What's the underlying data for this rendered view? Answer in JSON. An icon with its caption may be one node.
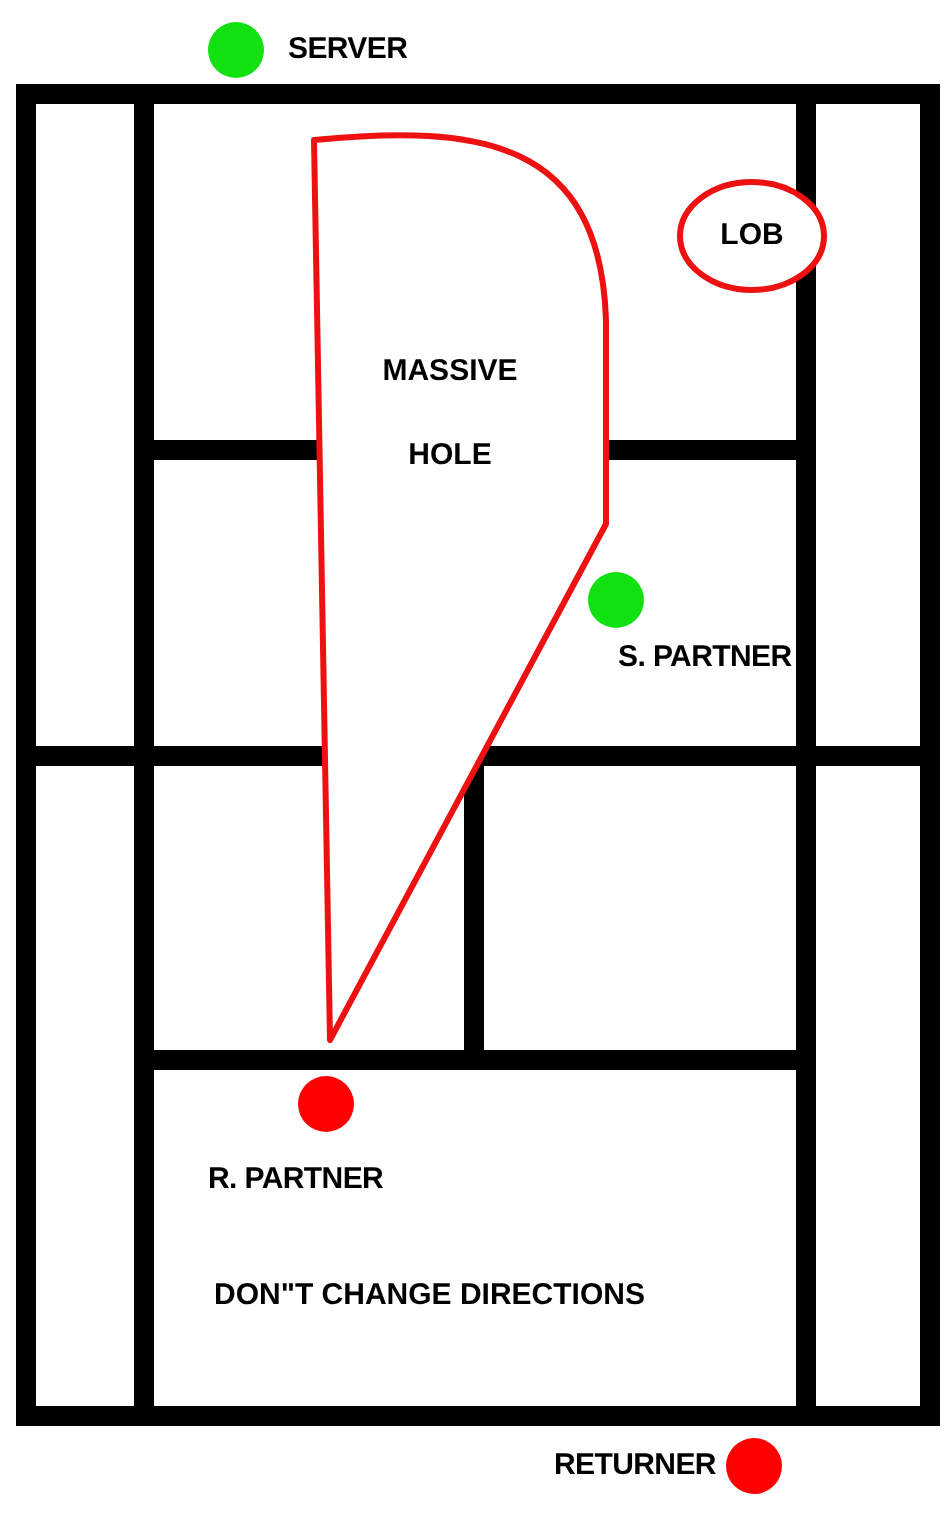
{
  "diagram": {
    "nodes": [
      {
        "text": [],
        "shape": "circle",
        "beside": [
          "SERVER"
        ]
      },
      {
        "text": [
          "LOB"
        ]
      },
      {
        "text": [
          "MASSIVE HOLE"
        ]
      },
      {
        "text": [],
        "shape": "circle",
        "beside": [
          "S. PARTNER"
        ]
      },
      {
        "text": [],
        "shape": "circle",
        "beside": [
          "R. PARTNER"
        ]
      },
      {
        "text": [],
        "shape": "circle",
        "beside": [
          "RETURNER"
        ]
      }
    ],
    "labels": [
      "DON\"T CHANGE DIRECTIONS"
    ]
  }
}
